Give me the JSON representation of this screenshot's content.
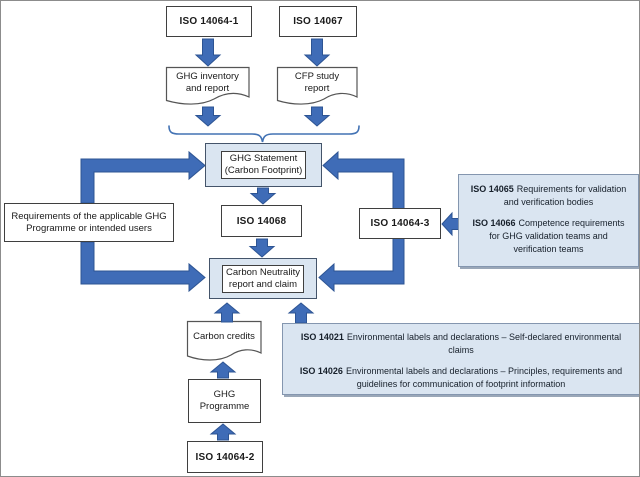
{
  "diagram": {
    "title_hint": "ISO carbon footprint and GHG standards flowchart",
    "colors": {
      "arrow_blue": "#3f6cb7",
      "arrow_edge": "#2d5493",
      "light_blue_fill": "#dae5f1",
      "info_border": "#8496af",
      "box_border": "#3f3f3f"
    },
    "nodes": {
      "iso_14064_1": "ISO 14064-1",
      "iso_14067": "ISO 14067",
      "ghg_inventory": {
        "line1": "GHG inventory",
        "line2": "and report"
      },
      "cfp_study": {
        "line1": "CFP study",
        "line2": "report"
      },
      "ghg_statement": {
        "line1": "GHG Statement",
        "line2": "(Carbon Footprint)"
      },
      "iso_14068": "ISO 14068",
      "iso_14064_3": "ISO 14064-3",
      "carbon_neutrality": {
        "line1": "Carbon Neutrality",
        "line2": "report and claim"
      },
      "requirements": {
        "line1": "Requirements of the applicable GHG",
        "line2": "Programme or intended users"
      },
      "carbon_credits": "Carbon credits",
      "ghg_programme": {
        "line1": "GHG",
        "line2": "Programme"
      },
      "iso_14064_2": "ISO 14064-2",
      "validation": {
        "code1": "ISO 14065",
        "line1": "Requirements for validation",
        "line2": "and verification bodies",
        "code2": "ISO 14066",
        "line3": "Competence requirements",
        "line4": "for GHG validation teams and",
        "line5": "verification teams"
      },
      "labels": {
        "code1": "ISO 14021",
        "line1": "Environmental labels and declarations – Self-declared environmental",
        "line2": "claims",
        "code2": "ISO 14026",
        "line3": "Environmental labels and declarations – Principles, requirements and",
        "line4": "guidelines for communication of footprint information"
      }
    }
  }
}
